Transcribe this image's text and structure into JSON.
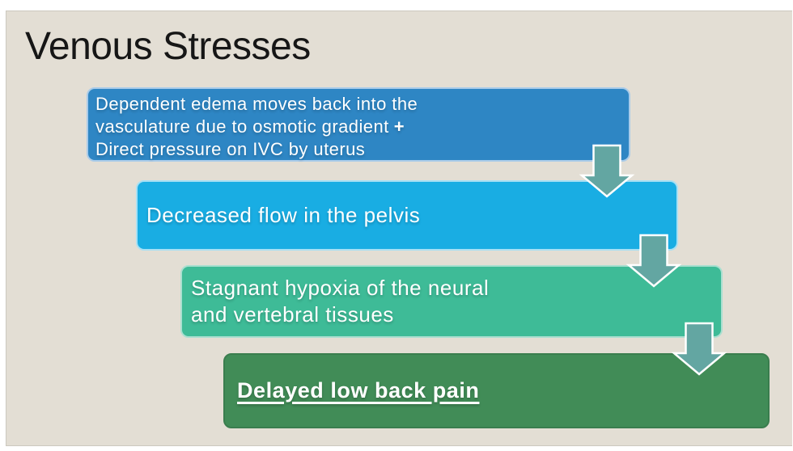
{
  "slide": {
    "title": "Venous Stresses",
    "background_color": "#e3ded4",
    "page_margin_color": "#ffffff",
    "diagram": {
      "type": "cascading-process",
      "arrow_color": "#63a6a2",
      "arrow_outline_color": "#ffffff",
      "steps": [
        {
          "fill": "#2e86c4",
          "border": "#a9cbe9",
          "line1": "Dependent edema moves back into the",
          "line2": "vasculature due to osmotic gradient",
          "line2_suffix": "+",
          "line3": "Direct pressure on IVC by uterus"
        },
        {
          "fill": "#19ade3",
          "border": "#a7e0f4",
          "text": "Decreased flow in the pelvis"
        },
        {
          "fill": "#3ebb97",
          "border": "#aadfd0",
          "line1": "Stagnant hypoxia of the neural",
          "line2": "and vertebral tissues"
        },
        {
          "fill": "#418c57",
          "border": "#3a7d4e",
          "text": "Delayed low back pain"
        }
      ]
    }
  }
}
